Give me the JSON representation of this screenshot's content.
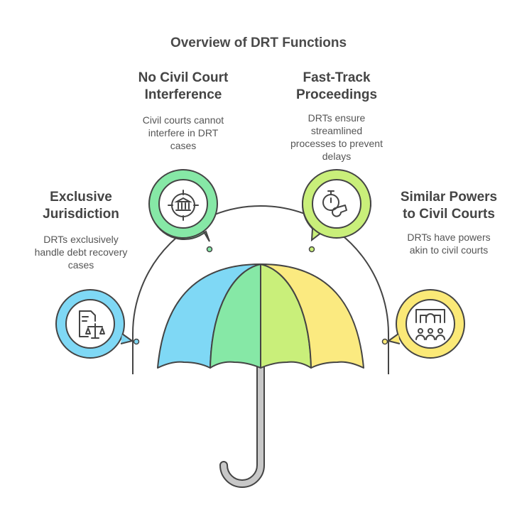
{
  "title": "Overview of DRT Functions",
  "items": [
    {
      "heading": "No Civil Court\nInterference",
      "description": "Civil courts cannot\ninterfere in DRT\ncases",
      "icon": "courthouse-target-icon",
      "color": "#86e8a6"
    },
    {
      "heading": "Fast-Track\nProceedings",
      "description": "DRTs ensure\nstreamlined\nprocesses to prevent\ndelays",
      "icon": "stopwatch-whistle-icon",
      "color": "#c9ef7a"
    },
    {
      "heading": "Exclusive\nJurisdiction",
      "description": "DRTs exclusively\nhandle debt recovery\ncases",
      "icon": "document-scales-icon",
      "color": "#7fd8f5"
    },
    {
      "heading": "Similar Powers\nto Civil Courts",
      "description": "DRTs have powers\nakin to civil courts",
      "icon": "courtroom-people-icon",
      "color": "#fbe977"
    }
  ],
  "umbrella_colors": [
    "#7fd8f5",
    "#86e8a6",
    "#c9ef7a",
    "#fbea80"
  ]
}
